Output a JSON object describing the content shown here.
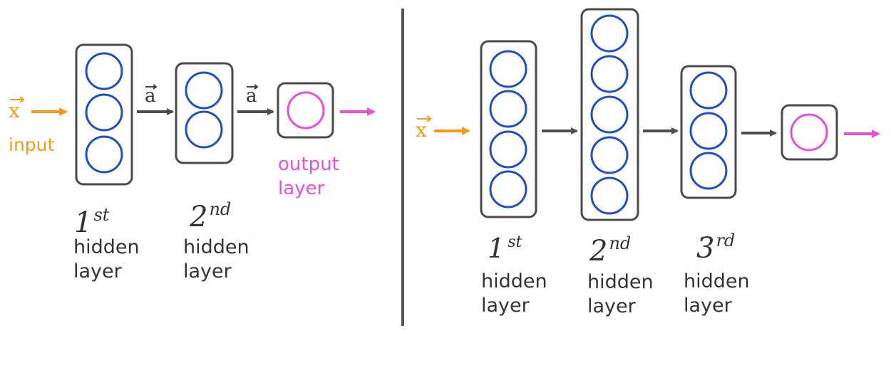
{
  "colors": {
    "input": "#f39a1c",
    "output": "#e84ee0",
    "neuron": "#1f4fc2",
    "box": "#4a4a4a",
    "arrow": "#4d4d4d",
    "divider": "#555555",
    "text": "#333333"
  },
  "left_network": {
    "input_symbol": "x",
    "input_label": "input",
    "activation_symbol_1": "a",
    "activation_symbol_2": "a",
    "output_label_line1": "output",
    "output_label_line2": "layer",
    "layers": [
      {
        "neurons": 3,
        "ordinal_num": "1",
        "ordinal_suffix": "st",
        "label_line1": "hidden",
        "label_line2": "layer"
      },
      {
        "neurons": 2,
        "ordinal_num": "2",
        "ordinal_suffix": "nd",
        "label_line1": "hidden",
        "label_line2": "layer"
      }
    ],
    "output_neurons": 1
  },
  "right_network": {
    "input_symbol": "x",
    "layers": [
      {
        "neurons": 4,
        "ordinal_num": "1",
        "ordinal_suffix": "st",
        "label_line1": "hidden",
        "label_line2": "layer"
      },
      {
        "neurons": 5,
        "ordinal_num": "2",
        "ordinal_suffix": "nd",
        "label_line1": "hidden",
        "label_line2": "layer"
      },
      {
        "neurons": 3,
        "ordinal_num": "3",
        "ordinal_suffix": "rd",
        "label_line1": "hidden",
        "label_line2": "layer"
      }
    ],
    "output_neurons": 1
  }
}
